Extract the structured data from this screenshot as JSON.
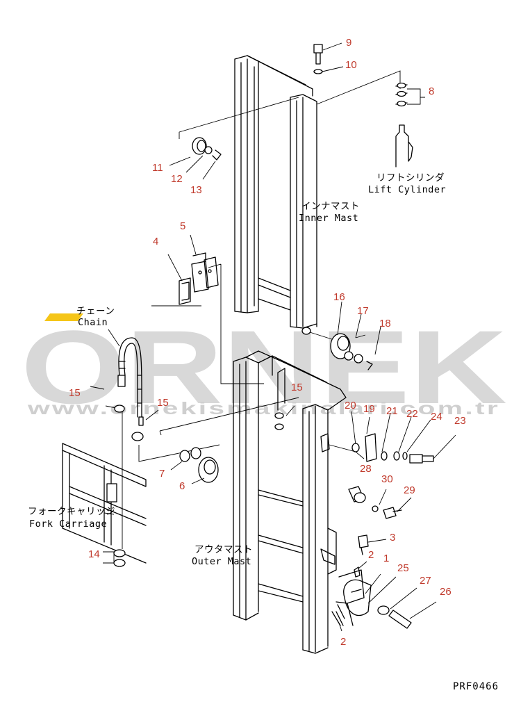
{
  "watermark": {
    "brand": "ORNEK",
    "url": "www.ornekismakinalari.com.tr",
    "accent_color": "#f5c518",
    "text_color": "#d8d8d8"
  },
  "labels": {
    "chain_jp": "チェーン",
    "chain_en": "Chain",
    "lift_cylinder_jp": "リフトシリンダ",
    "lift_cylinder_en": "Lift Cylinder",
    "inner_mast_jp": "インナマスト",
    "inner_mast_en": "Inner Mast",
    "fork_carriage_jp": "フォークキャリッジ",
    "fork_carriage_en": "Fork Carriage",
    "outer_mast_jp": "アウタマスト",
    "outer_mast_en": "Outer Mast"
  },
  "part_numbers": {
    "p1": "1",
    "p2a": "2",
    "p2b": "2",
    "p3": "3",
    "p4": "4",
    "p5": "5",
    "p6": "6",
    "p7": "7",
    "p8": "8",
    "p9": "9",
    "p10": "10",
    "p11": "11",
    "p12": "12",
    "p13": "13",
    "p14": "14",
    "p15a": "15",
    "p15b": "15",
    "p15c": "15",
    "p16": "16",
    "p17": "17",
    "p18": "18",
    "p19": "19",
    "p20": "20",
    "p21": "21",
    "p22": "22",
    "p23": "23",
    "p24": "24",
    "p25": "25",
    "p26": "26",
    "p27": "27",
    "p28": "28",
    "p29": "29",
    "p30": "30"
  },
  "drawing_code": "PRF0466",
  "colors": {
    "part_number": "#c0392b",
    "line": "#000000"
  }
}
